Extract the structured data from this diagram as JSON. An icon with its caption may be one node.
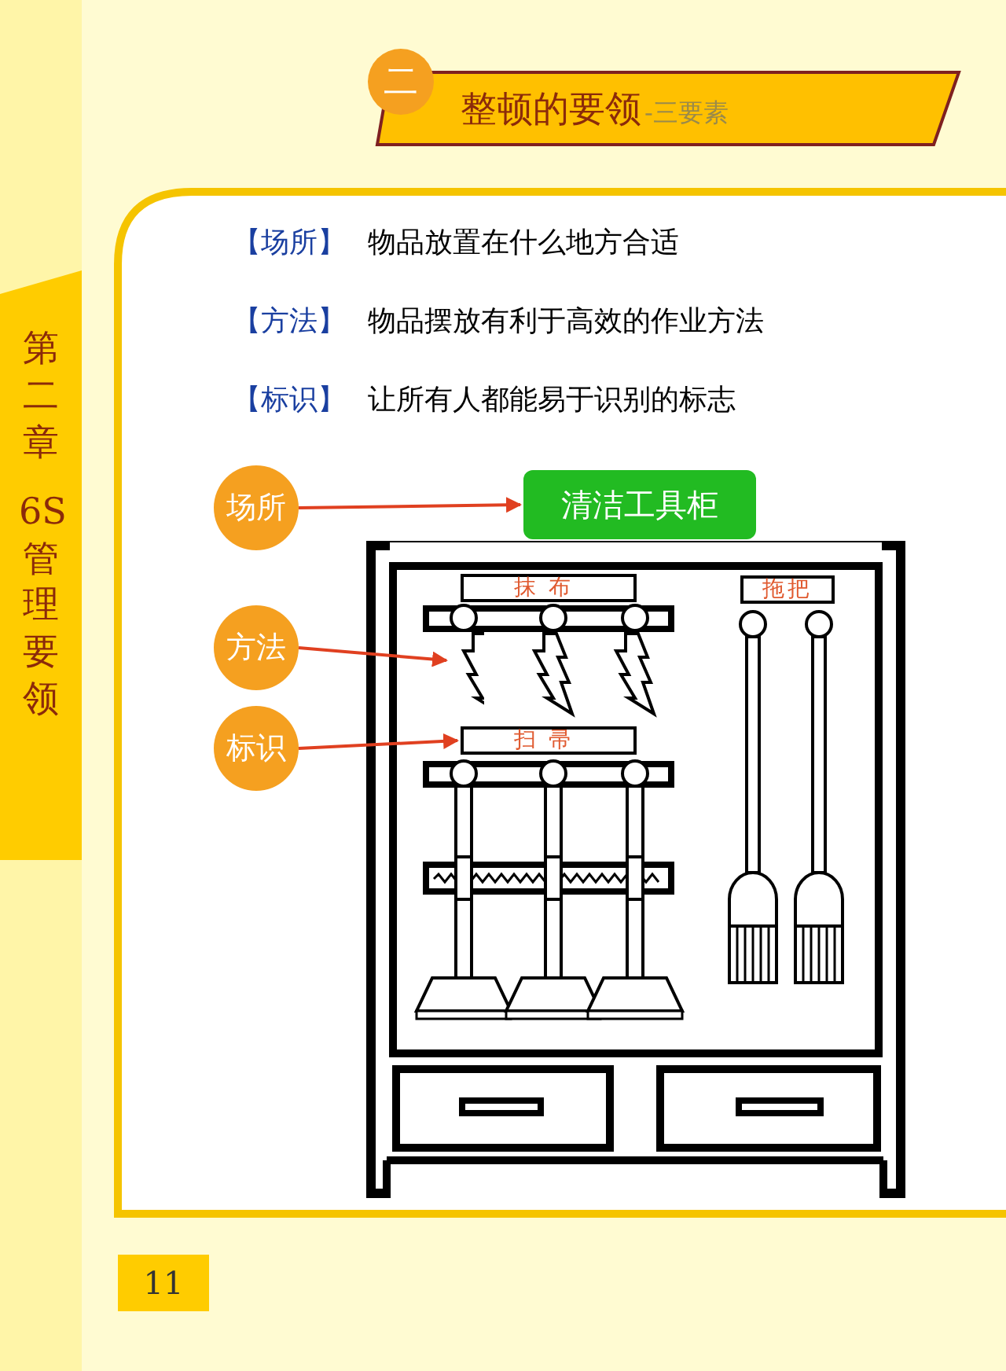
{
  "diagram": {
    "title": "整顿的要领",
    "nodes": [
      {
        "text": [
          "二"
        ]
      },
      {
        "text": [
          "第二章",
          "6S管理要领"
        ]
      },
      {
        "text": [
          "场所"
        ]
      },
      {
        "text": [
          "清洁工具柜"
        ]
      },
      {
        "text": [
          "抹布"
        ]
      },
      {
        "text": [
          "拖把"
        ]
      },
      {
        "text": [
          "方法"
        ]
      },
      {
        "text": [],
        "shape": "picture"
      },
      {
        "text": [
          "标识"
        ]
      },
      {
        "text": [
          "扫帚"
        ]
      },
      {
        "text": [
          "11"
        ]
      }
    ],
    "edges": [
      {
        "from": 2,
        "to": 3,
        "arrow": "to"
      },
      {
        "from": 6,
        "to": 7,
        "arrow": "to"
      },
      {
        "from": 8,
        "to": 9,
        "arrow": "to"
      }
    ],
    "labels": [
      "-三要素",
      "【场所】",
      "物品放置在什么地方合适",
      "【方法】",
      "物品摆放有利于高效的作业方法",
      "【标识】",
      "让所有人都能易于识别的标志"
    ]
  }
}
